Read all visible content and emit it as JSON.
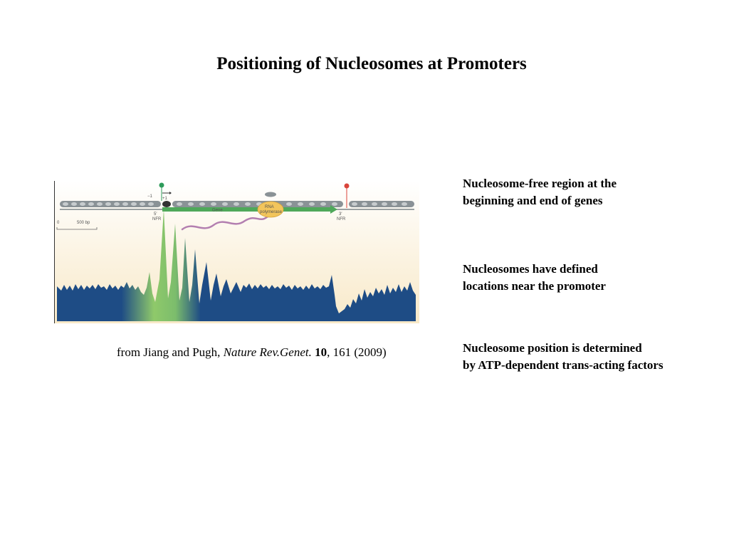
{
  "slide": {
    "title": "Positioning of Nucleosomes at Promoters"
  },
  "figure": {
    "labels": {
      "minus_one": "−1",
      "plus_one": "+1",
      "nfr5_top": "5′",
      "nfr5_bottom": "NFR",
      "nfr3_top": "3′",
      "nfr3_bottom": "NFR",
      "gene": "Gene",
      "polymerase_top": "RNA",
      "polymerase_bottom": "polymerase",
      "scale_zero": "0",
      "scale_bp": "500 bp"
    },
    "colors": {
      "background_top": "#ffffff",
      "background_bottom": "#f8e9c8",
      "occupancy": "#1e4c85",
      "occupancy_highlight": "#8fc96a",
      "gene_arrow": "#4fa85a",
      "polymerase": "#f2c55c",
      "rna": "#b37fb0",
      "tss_marker": "#2e9b5a",
      "tts_marker": "#d9453b",
      "nucleosome": "#8a9296"
    }
  },
  "caption": {
    "prefix": "from Jiang and Pugh, ",
    "journal": "Nature Rev.Genet.",
    "volume": "10",
    "rest": ", 161 (2009)"
  },
  "notes": [
    {
      "line1": "Nucleosome-free region at the",
      "line2": "beginning and end of genes"
    },
    {
      "line1": "Nucleosomes have defined",
      "line2": "locations near the promoter"
    },
    {
      "line1": "Nucleosome position is determined",
      "line2": "by ATP-dependent trans-acting factors"
    }
  ]
}
